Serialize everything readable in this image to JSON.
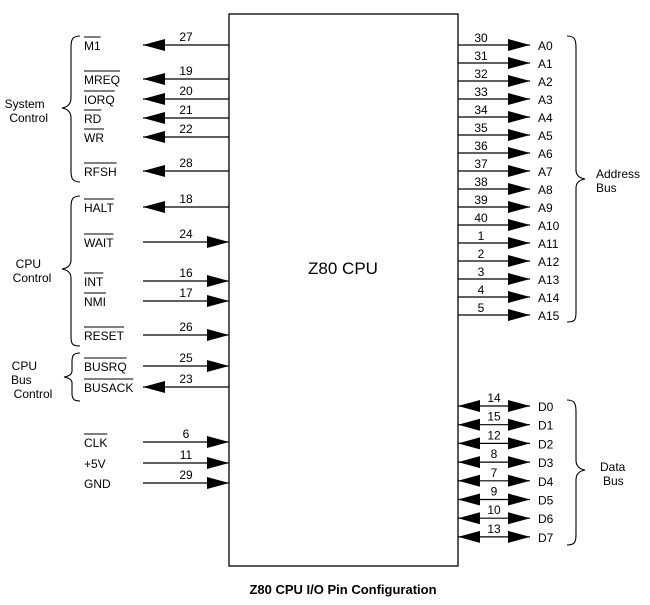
{
  "chip_label": "Z80 CPU",
  "caption": "Z80 CPU I/O Pin Configuration",
  "groups": {
    "system_control": [
      "System",
      "Control"
    ],
    "cpu_control": [
      "CPU",
      "Control"
    ],
    "cpu_bus_control": [
      "CPU",
      "Bus",
      "Control"
    ],
    "address_bus": [
      "Address",
      "Bus"
    ],
    "data_bus": [
      "Data",
      "Bus"
    ]
  },
  "left_pins": [
    {
      "name": "M1",
      "pin": "27",
      "active_low": true,
      "direction": "out"
    },
    {
      "name": "MREQ",
      "pin": "19",
      "active_low": true,
      "direction": "out"
    },
    {
      "name": "IORQ",
      "pin": "20",
      "active_low": true,
      "direction": "out"
    },
    {
      "name": "RD",
      "pin": "21",
      "active_low": true,
      "direction": "out"
    },
    {
      "name": "WR",
      "pin": "22",
      "active_low": true,
      "direction": "out"
    },
    {
      "name": "RFSH",
      "pin": "28",
      "active_low": true,
      "direction": "out"
    },
    {
      "name": "HALT",
      "pin": "18",
      "active_low": true,
      "direction": "out"
    },
    {
      "name": "WAIT",
      "pin": "24",
      "active_low": true,
      "direction": "in"
    },
    {
      "name": "INT",
      "pin": "16",
      "active_low": true,
      "direction": "in"
    },
    {
      "name": "NMI",
      "pin": "17",
      "active_low": true,
      "direction": "in"
    },
    {
      "name": "RESET",
      "pin": "26",
      "active_low": true,
      "direction": "in"
    },
    {
      "name": "BUSRQ",
      "pin": "25",
      "active_low": true,
      "direction": "in"
    },
    {
      "name": "BUSACK",
      "pin": "23",
      "active_low": true,
      "direction": "out"
    },
    {
      "name": "CLK",
      "pin": "6",
      "active_low": true,
      "direction": "in"
    },
    {
      "name": "+5V",
      "pin": "11",
      "active_low": false,
      "direction": "in"
    },
    {
      "name": "GND",
      "pin": "29",
      "active_low": false,
      "direction": "in"
    }
  ],
  "address_pins": [
    {
      "name": "A0",
      "pin": "30"
    },
    {
      "name": "A1",
      "pin": "31"
    },
    {
      "name": "A2",
      "pin": "32"
    },
    {
      "name": "A3",
      "pin": "33"
    },
    {
      "name": "A4",
      "pin": "34"
    },
    {
      "name": "A5",
      "pin": "35"
    },
    {
      "name": "A6",
      "pin": "36"
    },
    {
      "name": "A7",
      "pin": "37"
    },
    {
      "name": "A8",
      "pin": "38"
    },
    {
      "name": "A9",
      "pin": "39"
    },
    {
      "name": "A10",
      "pin": "40"
    },
    {
      "name": "A11",
      "pin": "1"
    },
    {
      "name": "A12",
      "pin": "2"
    },
    {
      "name": "A13",
      "pin": "3"
    },
    {
      "name": "A14",
      "pin": "4"
    },
    {
      "name": "A15",
      "pin": "5"
    }
  ],
  "data_pins": [
    {
      "name": "D0",
      "pin": "14"
    },
    {
      "name": "D1",
      "pin": "15"
    },
    {
      "name": "D2",
      "pin": "12"
    },
    {
      "name": "D3",
      "pin": "8"
    },
    {
      "name": "D4",
      "pin": "7"
    },
    {
      "name": "D5",
      "pin": "9"
    },
    {
      "name": "D6",
      "pin": "10"
    },
    {
      "name": "D7",
      "pin": "13"
    }
  ]
}
